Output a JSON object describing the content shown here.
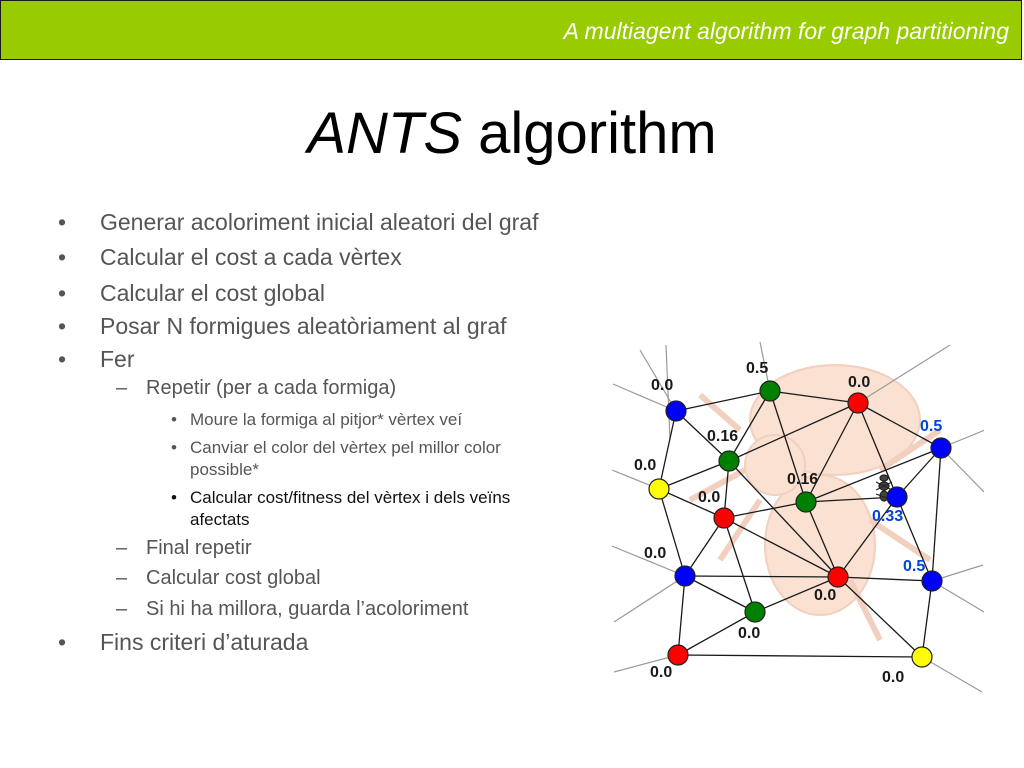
{
  "header": {
    "title": "A multiagent algorithm for graph partitioning"
  },
  "slide": {
    "title_italic": "ANTS",
    "title_rest": "algorithm"
  },
  "bullets": [
    {
      "text": "Generar acoloriment inicial aleatori del graf"
    },
    {
      "text": "Calcular el cost a cada vèrtex"
    },
    {
      "text": "Calcular el cost global"
    },
    {
      "text": "Posar N formigues aleatòriament al graf"
    },
    {
      "text": "Fer"
    },
    {
      "text": "Repetir (per a cada formiga)"
    },
    {
      "text": "Moure la formiga al pitjor* vèrtex veí"
    },
    {
      "text": "Canviar el color del vèrtex pel millor color"
    },
    {
      "text": "possible*"
    },
    {
      "text": "Calcular cost/fitness del vèrtex i dels veïns"
    },
    {
      "text": "afectats"
    },
    {
      "text": "Final repetir"
    },
    {
      "text": "Calcular cost global"
    },
    {
      "text": "Si hi ha millora, guarda l’acoloriment"
    },
    {
      "text": "Fins criteri d’aturada"
    }
  ],
  "markers": {
    "bullet": "•",
    "dash": "–"
  },
  "colors": {
    "header": "#99cc00",
    "red": "#ff0000",
    "green": "#008000",
    "blue": "#0000ff",
    "yellow": "#ffff00"
  },
  "graph": {
    "nodes": [
      {
        "id": "a",
        "color": "blue",
        "label": "0.0"
      },
      {
        "id": "b",
        "color": "green",
        "label": "0.5"
      },
      {
        "id": "c",
        "color": "red",
        "label": "0.0"
      },
      {
        "id": "d",
        "color": "blue",
        "label": "0.5"
      },
      {
        "id": "e",
        "color": "yellow",
        "label": "0.0"
      },
      {
        "id": "f",
        "color": "green",
        "label": "0.16"
      },
      {
        "id": "g",
        "color": "green",
        "label": "0.16"
      },
      {
        "id": "h",
        "color": "blue",
        "label": "0.33"
      },
      {
        "id": "i",
        "color": "red",
        "label": "0.0"
      },
      {
        "id": "j",
        "color": "blue",
        "label": "0.0"
      },
      {
        "id": "k",
        "color": "red",
        "label": "0.0"
      },
      {
        "id": "l",
        "color": "blue",
        "label": "0.5"
      },
      {
        "id": "m",
        "color": "green",
        "label": "0.0"
      },
      {
        "id": "n",
        "color": "red",
        "label": "0.0"
      },
      {
        "id": "o",
        "color": "yellow",
        "label": "0.0"
      }
    ]
  }
}
